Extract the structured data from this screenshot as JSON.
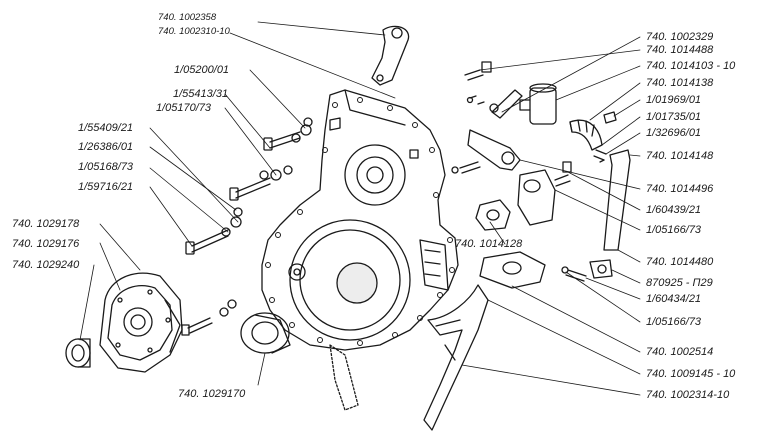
{
  "colors": {
    "ink": "#1a1a1a",
    "paper": "#ffffff"
  },
  "parts": {
    "p_740_1002358": "740. 1002358",
    "p_740_1002310_10": "740. 1002310-10",
    "p_1_05200_01": "1/05200/01",
    "p_1_55413_31": "1/55413/31",
    "p_1_05170_73": "1/05170/73",
    "p_1_55409_21": "1/55409/21",
    "p_1_26386_01": "1/26386/01",
    "p_1_05168_73": "1/05168/73",
    "p_1_59716_21": "1/59716/21",
    "p_740_1029178": "740. 1029178",
    "p_740_1029176": "740. 1029176",
    "p_740_1029240": "740. 1029240",
    "p_740_1029170": "740. 1029170",
    "p_740_1002329": "740. 1002329",
    "p_740_1014488": "740. 1014488",
    "p_740_1014103_10": "740. 1014103 - 10",
    "p_740_1014138": "740. 1014138",
    "p_1_01969_01": "1/01969/01",
    "p_1_01735_01": "1/01735/01",
    "p_1_32696_01": "1/32696/01",
    "p_740_1014148": "740. 1014148",
    "p_740_1014496": "740. 1014496",
    "p_1_60439_21": "1/60439/21",
    "p_1_05166_73_a": "1/05166/73",
    "p_740_1014128": "740. 1014128",
    "p_740_1014480": "740. 1014480",
    "p_870925_p29": "870925 - П29",
    "p_1_60434_21": "1/60434/21",
    "p_1_05166_73_b": "1/05166/73",
    "p_740_1002514": "740. 1002514",
    "p_740_1009145_10": "740. 1009145 - 10",
    "p_740_1002314_10": "740. 1002314-10"
  }
}
